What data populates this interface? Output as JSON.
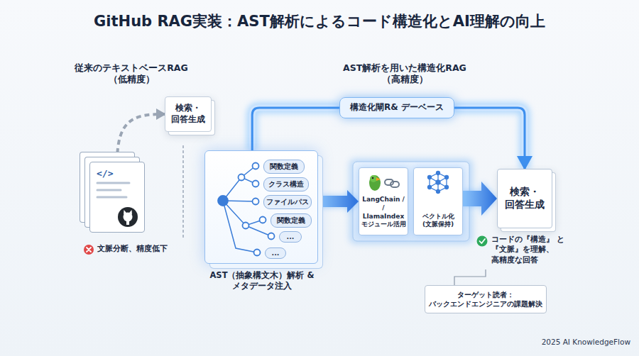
{
  "diagram": {
    "title": "GitHub RAG実装：AST解析によるコード構造化とAI理解の向上",
    "nodes": [
      {
        "text": [
          "検索・ 回答生成"
        ]
      },
      {
        "text": [
          "</>"
        ]
      },
      {
        "text": [
          "構造化閘R& デーベース"
        ]
      },
      {
        "text": [
          "AST（抽象構文木）解析 & メタデータ注入"
        ]
      },
      {
        "text": [
          "関数定義"
        ],
        "in": 3
      },
      {
        "text": [
          "クラス構造"
        ],
        "in": 3
      },
      {
        "text": [
          "ファイルパス"
        ],
        "in": 3
      },
      {
        "text": [
          "関数定義"
        ],
        "in": 3
      },
      {
        "text": [
          "..."
        ],
        "in": 3
      },
      {
        "text": [
          "..."
        ],
        "in": 3
      },
      {
        "text": [
          "LangChain / / LlamaIndex モジュール活用"
        ]
      },
      {
        "text": [
          "ベクトル化 (文脈保持)"
        ]
      },
      {
        "text": [
          "検索・ 回答生成"
        ]
      },
      {
        "text": [
          "ターゲット読者： バックエンドエンジニアの課題解決"
        ]
      }
    ],
    "edges": [
      {
        "from": 1,
        "to": 0,
        "arrow": "to"
      },
      {
        "from": 3,
        "to": 2,
        "arrow": "none"
      },
      {
        "from": 2,
        "to": 12,
        "arrow": "to"
      },
      {
        "from": 3,
        "to": 10,
        "arrow": "to"
      },
      {
        "from": 11,
        "to": 12,
        "arrow": "to"
      }
    ],
    "labels": [
      "従来のテキストベースRAG （低精度）",
      "AST解析を用いた構造化RAG （高精度）",
      "文脈分断、精度低下",
      "コードの『構造』 と『文脈』を理解、 高精度な回答",
      "2025 AI KnowledgeFlow"
    ]
  }
}
